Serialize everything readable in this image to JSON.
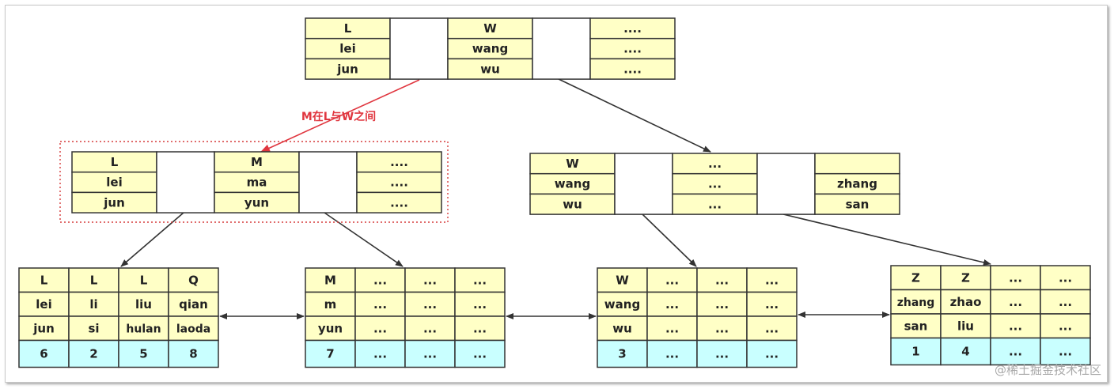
{
  "colors": {
    "key_fill": "#ffffc6",
    "data_fill": "#c9ffff",
    "cell_border": "#333333",
    "arrow": "#333333",
    "highlight": "#e0363f",
    "highlight_box": "#d63c3c"
  },
  "annotation": "M在L与W之间",
  "watermark": "@稀土掘金技术社区",
  "root": {
    "columns": [
      [
        "L",
        "lei",
        "jun"
      ],
      null,
      [
        "W",
        "wang",
        "wu"
      ],
      null,
      [
        "....",
        "....",
        "...."
      ]
    ]
  },
  "internal": [
    {
      "columns": [
        [
          "L",
          "lei",
          "jun"
        ],
        null,
        [
          "M",
          "ma",
          "yun"
        ],
        null,
        [
          "....",
          "....",
          "...."
        ]
      ],
      "highlighted": true
    },
    {
      "columns": [
        [
          "W",
          "wang",
          "wu"
        ],
        null,
        [
          "...",
          "...",
          "..."
        ],
        null,
        [
          "",
          "zhang",
          "san"
        ]
      ],
      "highlighted": false
    }
  ],
  "leaves": [
    {
      "rows": [
        [
          "L",
          "L",
          "L",
          "Q"
        ],
        [
          "lei",
          "li",
          "liu",
          "qian"
        ],
        [
          "jun",
          "si",
          "hulan",
          "laoda"
        ]
      ],
      "values": [
        "6",
        "2",
        "5",
        "8"
      ]
    },
    {
      "rows": [
        [
          "M",
          "...",
          "...",
          "..."
        ],
        [
          "m",
          "...",
          "...",
          "..."
        ],
        [
          "yun",
          "...",
          "...",
          "..."
        ]
      ],
      "values": [
        "7",
        "...",
        "...",
        "..."
      ]
    },
    {
      "rows": [
        [
          "W",
          "...",
          "...",
          "..."
        ],
        [
          "wang",
          "...",
          "...",
          "..."
        ],
        [
          "wu",
          "...",
          "...",
          "..."
        ]
      ],
      "values": [
        "3",
        "...",
        "...",
        "..."
      ]
    },
    {
      "rows": [
        [
          "Z",
          "Z",
          "...",
          "..."
        ],
        [
          "zhang",
          "zhao",
          "...",
          "..."
        ],
        [
          "san",
          "liu",
          "...",
          "..."
        ]
      ],
      "values": [
        "1",
        "4",
        "...",
        "..."
      ]
    }
  ]
}
